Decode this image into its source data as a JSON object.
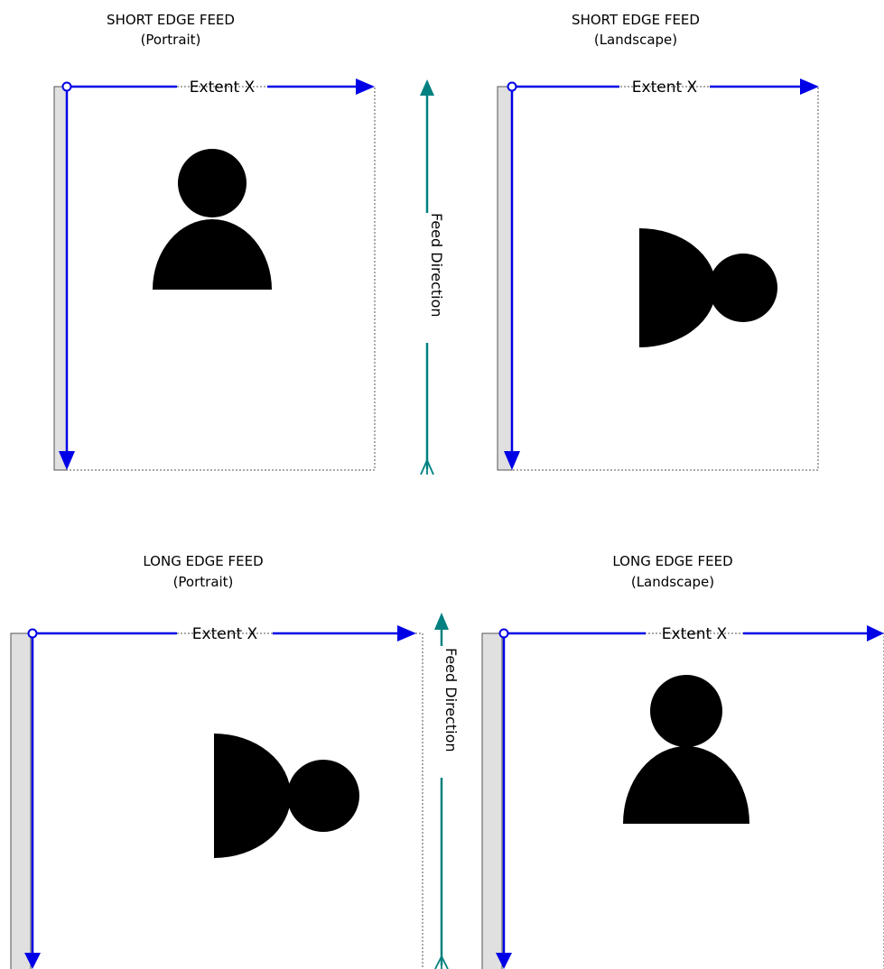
{
  "colors": {
    "axis": "#0000e6",
    "feed": "#008080",
    "binding_strip": "#e0e0e0",
    "figure": "#000000",
    "page_border": "#555555"
  },
  "diagrams": {
    "sef_portrait": {
      "title_line1": "SHORT EDGE FEED",
      "title_line2": "(Portrait)",
      "extent_label": "Extent X",
      "figure_orientation": "upright"
    },
    "sef_landscape": {
      "title_line1": "SHORT EDGE FEED",
      "title_line2": "(Landscape)",
      "extent_label": "Extent X",
      "figure_orientation": "rotated"
    },
    "lef_portrait": {
      "title_line1": "LONG EDGE FEED",
      "title_line2": "(Portrait)",
      "extent_label": "Extent X",
      "figure_orientation": "rotated"
    },
    "lef_landscape": {
      "title_line1": "LONG EDGE FEED",
      "title_line2": "(Landscape)",
      "extent_label": "Extent X",
      "figure_orientation": "upright"
    }
  },
  "feed_direction_label": "Feed Direction"
}
